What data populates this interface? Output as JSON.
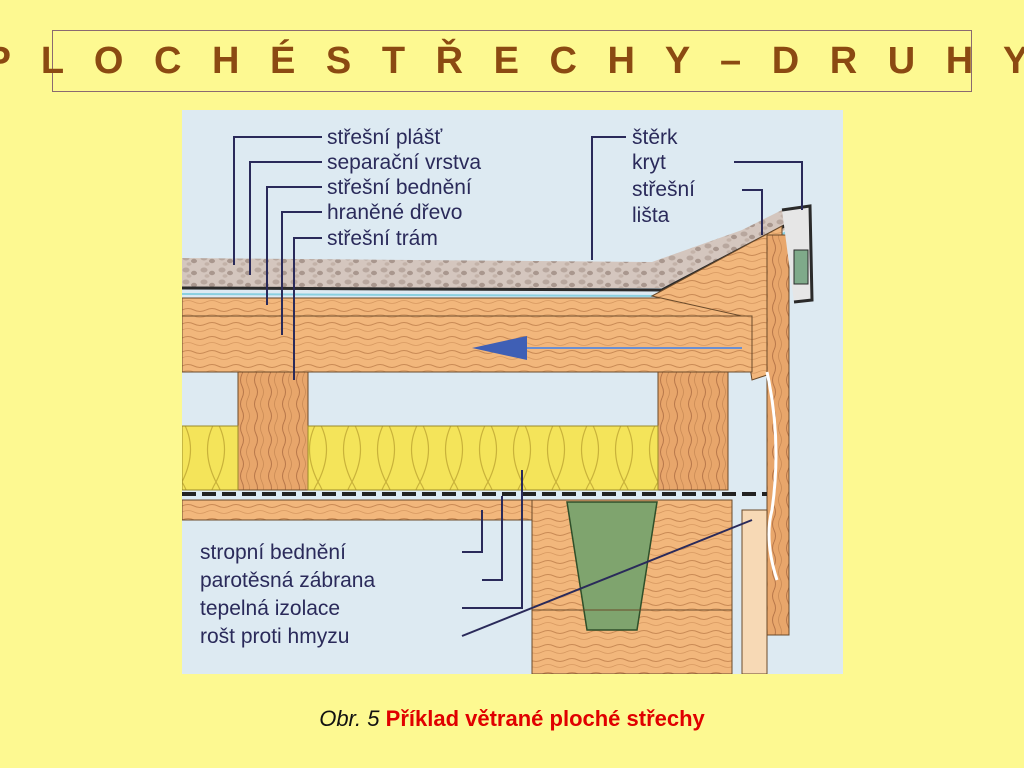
{
  "title": "P L O C H É  S T Ř E C H Y – D R U H Y",
  "caption": {
    "prefix": "Obr. 5",
    "text": "Příklad větrané ploché střechy"
  },
  "labels": {
    "top_left": [
      "střešní plášť",
      "separační vrstva",
      "střešní bednění",
      "hraněné dřevo",
      "střešní trám"
    ],
    "top_right": [
      "štěrk",
      "kryt",
      "střešní",
      "lišta"
    ],
    "bottom_left": [
      "stropní bednění",
      "parotěsná zábrana",
      "tepelná izolace",
      "rošt proti hmyzu"
    ]
  },
  "colors": {
    "background": "#FDF991",
    "title": "#8B4A12",
    "caption_highlight": "#E00000",
    "diagram_bg": "#DDEAF2",
    "wood": "#F2B77C",
    "insulation": "#F4E45A",
    "gravel": "#C9B8B0",
    "airflow_arrow": "#3F5FB5"
  }
}
